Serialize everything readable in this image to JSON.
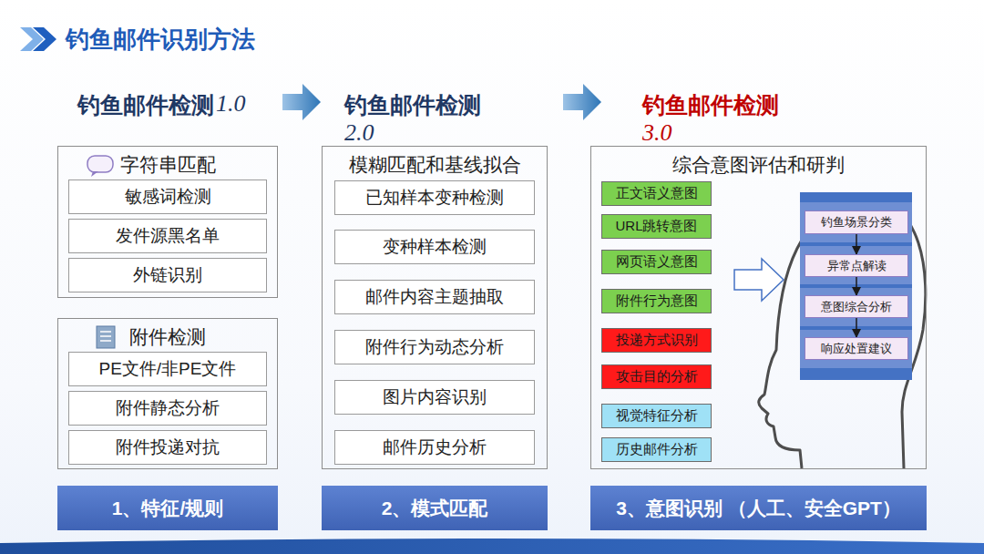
{
  "diagram": {
    "title": "钓鱼邮件识别方法",
    "nodes": [
      {
        "text": [
          "字符串匹配"
        ]
      },
      {
        "text": [
          "敏感词检测"
        ],
        "in": 0
      },
      {
        "text": [
          "发件源黑名单"
        ],
        "in": 0
      },
      {
        "text": [
          "外链识别"
        ],
        "in": 0
      },
      {
        "text": [
          "附件检测"
        ]
      },
      {
        "text": [
          "PE文件/非PE文件"
        ],
        "in": 4
      },
      {
        "text": [
          "附件静态分析"
        ],
        "in": 4
      },
      {
        "text": [
          "附件投递对抗"
        ],
        "in": 4
      },
      {
        "text": [
          "模糊匹配和基线拟合"
        ]
      },
      {
        "text": [
          "已知样本变种检测"
        ],
        "in": 8
      },
      {
        "text": [
          "变种样本检测"
        ],
        "in": 8
      },
      {
        "text": [
          "邮件内容主题抽取"
        ],
        "in": 8
      },
      {
        "text": [
          "附件行为动态分析"
        ],
        "in": 8
      },
      {
        "text": [
          "图片内容识别"
        ],
        "in": 8
      },
      {
        "text": [
          "邮件历史分析"
        ],
        "in": 8
      },
      {
        "text": [
          "综合意图评估和研判"
        ]
      },
      {
        "text": [
          "正文语义意图"
        ],
        "in": 15
      },
      {
        "text": [
          "URL跳转意图"
        ],
        "in": 15
      },
      {
        "text": [
          "网页语义意图"
        ],
        "in": 15
      },
      {
        "text": [
          "附件行为意图"
        ],
        "in": 15
      },
      {
        "text": [
          "投递方式识别"
        ],
        "in": 15
      },
      {
        "text": [
          "攻击目的分析"
        ],
        "in": 15
      },
      {
        "text": [
          "视觉特征分析"
        ],
        "in": 15
      },
      {
        "text": [
          "历史邮件分析"
        ],
        "in": 15
      },
      {
        "text": [
          "钓鱼场景分类"
        ],
        "in": 15
      },
      {
        "text": [
          "异常点解读"
        ],
        "in": 15
      },
      {
        "text": [
          "意图综合分析"
        ],
        "in": 15
      },
      {
        "text": [
          "响应处置建议"
        ],
        "in": 15
      },
      {
        "text": [
          "1、特征/规则"
        ]
      },
      {
        "text": [
          "2、模式匹配"
        ]
      },
      {
        "text": [
          "3、意图识别 （人工、安全GPT）"
        ]
      }
    ],
    "edges": [
      {
        "from": 24,
        "to": 25,
        "arrow": "to"
      },
      {
        "from": 25,
        "to": 26,
        "arrow": "to"
      },
      {
        "from": 26,
        "to": 27,
        "arrow": "to"
      }
    ],
    "labels": [
      "钓鱼邮件检测",
      "1.0",
      "钓鱼邮件检测",
      "2.0",
      "钓鱼邮件检测",
      "3.0"
    ]
  }
}
